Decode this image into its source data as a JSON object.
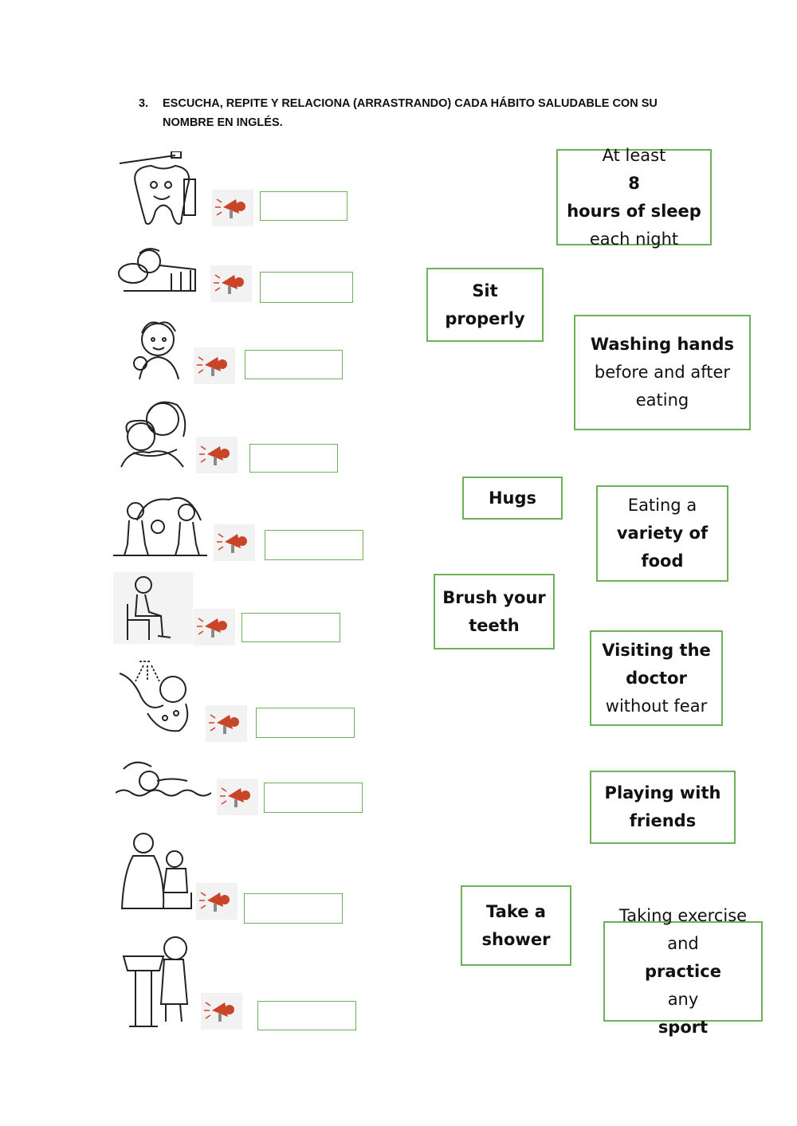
{
  "instruction": {
    "number": "3.",
    "text": "ESCUCHA, REPITE Y RELACIONA (ARRASTRANDO) CADA HÁBITO SALUDABLE CON SU NOMBRE EN INGLÉS."
  },
  "pictures": [
    {
      "icon": "tooth-brushing-icon"
    },
    {
      "icon": "sleeping-child-icon"
    },
    {
      "icon": "child-eating-icon"
    },
    {
      "icon": "hugging-icon"
    },
    {
      "icon": "kids-playing-icon"
    },
    {
      "icon": "child-sitting-icon"
    },
    {
      "icon": "shower-icon"
    },
    {
      "icon": "swimming-icon"
    },
    {
      "icon": "doctor-visit-icon"
    },
    {
      "icon": "hand-washing-icon"
    }
  ],
  "speaker_icon": "megaphone-icon",
  "cards": {
    "sleep": {
      "l1a": "At least ",
      "l1b": "8",
      "l2": "hours of sleep",
      "l3": "each night"
    },
    "sit": {
      "l1": "Sit",
      "l2": "properly"
    },
    "wash": {
      "l1": "Washing hands",
      "l2": "before and after",
      "l3": "eating"
    },
    "hugs": {
      "l1": "Hugs"
    },
    "eating": {
      "l1": "Eating a",
      "l2": "variety of",
      "l3": "food"
    },
    "brush": {
      "l1": "Brush your",
      "l2": "teeth"
    },
    "doctor": {
      "l1": "Visiting the",
      "l2": "doctor",
      "l3": "without fear"
    },
    "playing": {
      "l1": "Playing with",
      "l2": "friends"
    },
    "shower": {
      "l1": "Take a",
      "l2": "shower"
    },
    "exercise": {
      "l1": "Taking exercise",
      "l2a": "and ",
      "l2b": "practice",
      "l3a": "any ",
      "l3b": "sport"
    }
  },
  "colors": {
    "box_border": "#6fb15b",
    "speaker_red": "#c9452a"
  }
}
